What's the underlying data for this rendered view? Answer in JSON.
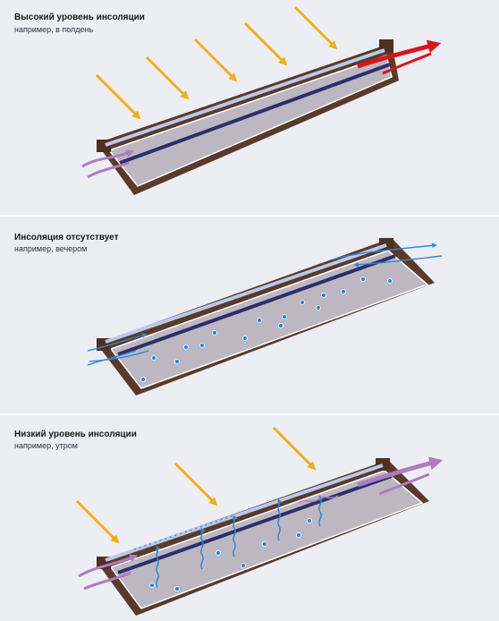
{
  "panels": [
    {
      "title": "Высокий уровень инсоляции",
      "subtitle": "например, в полдень"
    },
    {
      "title": "Инсоляция отсутствует",
      "subtitle": "например, вечером"
    },
    {
      "title": "Низкий уровень инсоляции",
      "subtitle": "например, утром"
    }
  ],
  "colors": {
    "sun": "#f0ae1d",
    "hot_air": "#d8141b",
    "warm_air": "#b07bc2",
    "cool_air": "#2f88d8",
    "frame": "#5a3a2a",
    "glass": "#b9c9ea",
    "absorber": "#2c2f6b",
    "chamber": "#b8b3bd"
  }
}
